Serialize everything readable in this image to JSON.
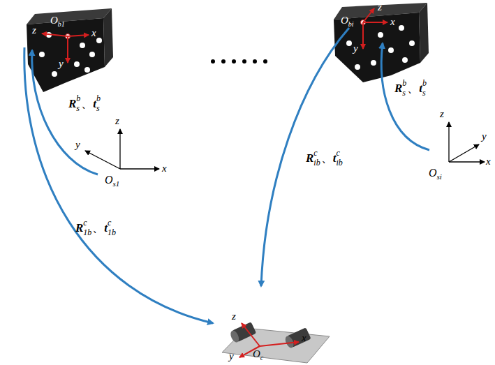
{
  "diagram": {
    "labels": [
      "O",
      "b1",
      "z",
      "x",
      "y",
      "O",
      "bi",
      "z",
      "x",
      "y",
      "R",
      "s",
      "b",
      "、",
      "t",
      "s",
      "b",
      "z",
      "y",
      "x",
      "O",
      "s1",
      "R",
      "1b",
      "c",
      "、",
      "t",
      "1b",
      "c",
      "R",
      "ib",
      "c",
      "、",
      "t",
      "ib",
      "c",
      "R",
      "s",
      "b",
      "、",
      "t",
      "s",
      "b",
      "z",
      "y",
      "x",
      "O",
      "si",
      "z",
      "x",
      "y",
      "O",
      "c"
    ]
  }
}
